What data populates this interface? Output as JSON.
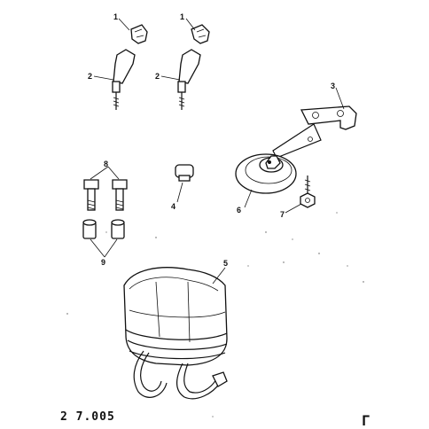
{
  "diagram": {
    "callouts": {
      "c1a": "1",
      "c1b": "1",
      "c2a": "2",
      "c2b": "2",
      "c3": "3",
      "c4": "4",
      "c5": "5",
      "c6": "6",
      "c7": "7",
      "c8": "8",
      "c9": "9"
    },
    "drawing_code": "2​​​ 7.005",
    "corner_mark": "Γ"
  }
}
